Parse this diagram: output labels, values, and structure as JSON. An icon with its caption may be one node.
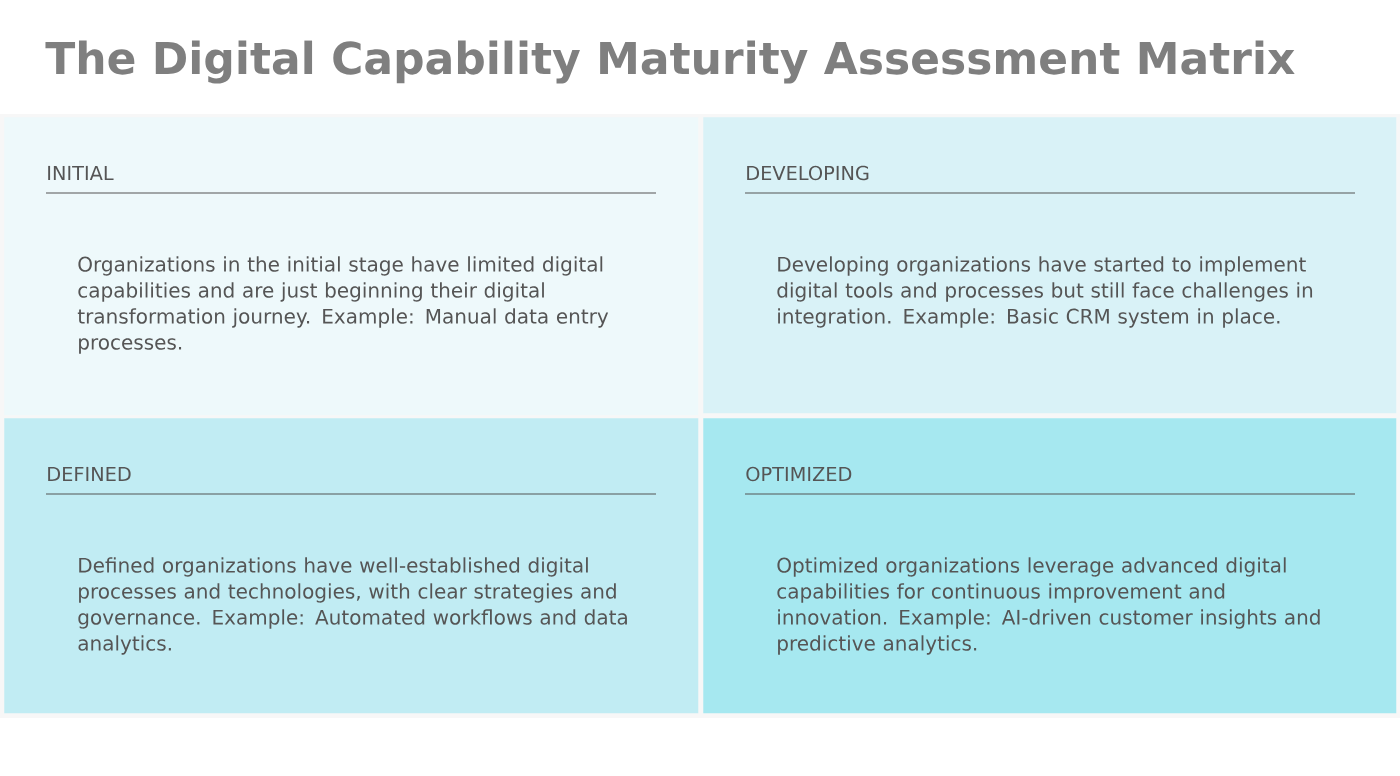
{
  "diagram": {
    "title": "The Digital Capability Maturity Assessment Matrix",
    "nodes": [
      {
        "text": [
          "INITIAL",
          "Organizations in the initial stage have limited digital capabilities and are just beginning their digital transformation journey. Example: Manual data entry processes."
        ]
      },
      {
        "text": [
          "DEVELOPING",
          "Developing organizations have started to implement digital tools and processes but still face challenges in integration. Example: Basic CRM system in place."
        ]
      },
      {
        "text": [
          "DEFINED",
          "Defined organizations have well-established digital processes and technologies, with clear strategies and governance. Example: Automated workflows and data analytics."
        ]
      },
      {
        "text": [
          "OPTIMIZED",
          "Optimized organizations leverage advanced digital capabilities for continuous improvement and innovation. Example: AI-driven customer insights and predictive analytics."
        ]
      }
    ]
  }
}
